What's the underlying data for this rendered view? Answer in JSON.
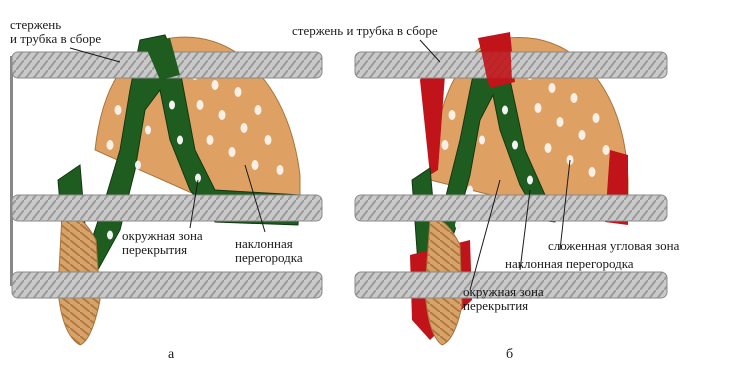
{
  "panel_a": {
    "caption": "а",
    "labels": {
      "rod_tube": "стержень\nи трубка в сборе",
      "circular_overlap": "окружная зона\nперекрытия",
      "inclined_baffle": "наклонная\nперегородка"
    }
  },
  "panel_b": {
    "caption": "б",
    "labels": {
      "rod_tube": "стержень и трубка в сборе",
      "complex_angular": "сложенная угловая зона",
      "inclined_baffle": "наклонная перегородка",
      "circular_overlap": "окружная зона\nперекрытия"
    }
  },
  "colors": {
    "baffle": "#e0a060",
    "overlap": "#1e5a1e",
    "angular_zone": "#c0141a",
    "tube": "#c8c8c8",
    "rod_frame": "#9a9a9a"
  }
}
